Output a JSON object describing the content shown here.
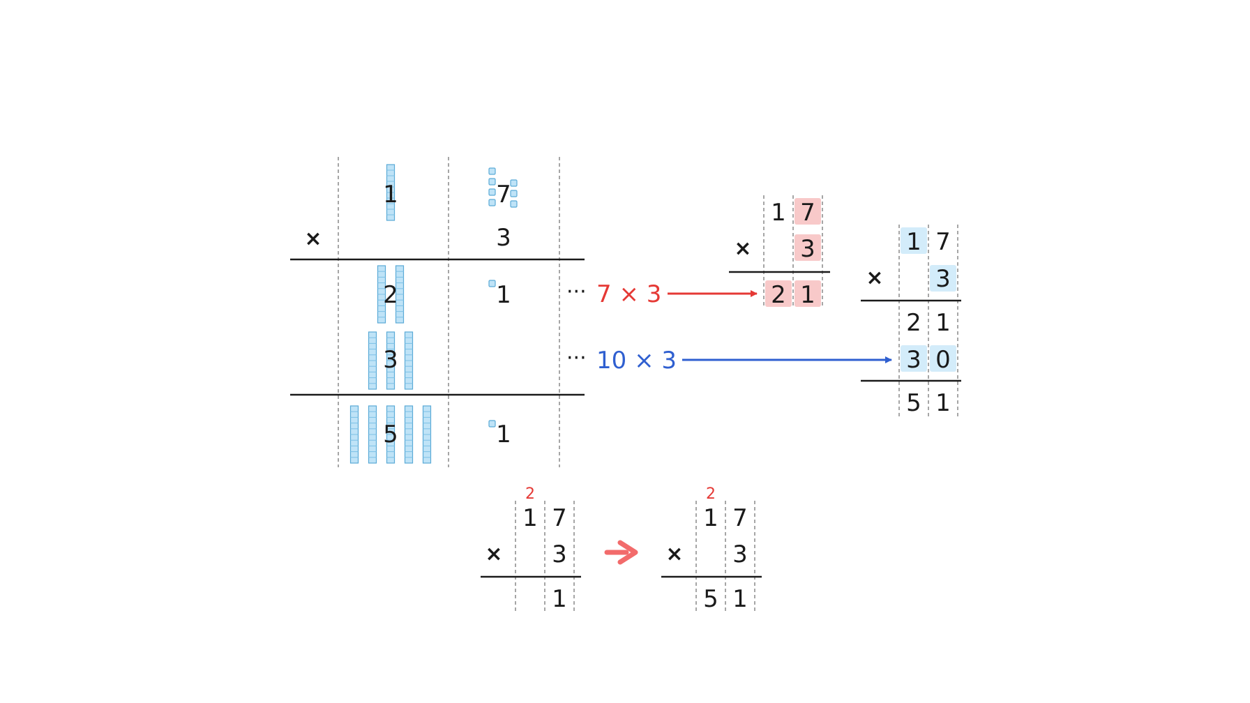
{
  "colors": {
    "red": "#e53935",
    "blue": "#2f5fd0",
    "red_highlight": "#f8c9c9",
    "blue_highlight": "#d3ecfa",
    "block_fill": "#bfe3f7",
    "arrow_icon": "#f26b6b"
  },
  "icons": {
    "times": "times-icon",
    "arrow": "right-arrow-icon",
    "ellipsis": "ellipsis-icon"
  },
  "blocks_table": {
    "times_sign": "×",
    "multiplicand": {
      "tens": "1",
      "ones": "7"
    },
    "multiplier": {
      "ones": "3"
    },
    "partial_ones": {
      "tens": "2",
      "ones": "1",
      "tens_rods": 2,
      "unit_cubes": 1
    },
    "partial_tens": {
      "tens": "3",
      "tens_rods": 3
    },
    "result": {
      "tens": "5",
      "ones": "1",
      "tens_rods": 5,
      "unit_cubes": 1
    },
    "multiplicand_cubes": {
      "tens_rods": 1,
      "unit_cubes": 7
    }
  },
  "step_labels": {
    "ellipsis": "···",
    "ones_step": "7 × 3",
    "tens_step": "10 × 3"
  },
  "ones_calc": {
    "times_sign": "×",
    "top": [
      "1",
      "7"
    ],
    "multiplier": "3",
    "result": [
      "2",
      "1"
    ]
  },
  "full_calc": {
    "times_sign": "×",
    "top": [
      "1",
      "7"
    ],
    "multiplier": "3",
    "partial1": [
      "2",
      "1"
    ],
    "partial2": [
      "3",
      "0"
    ],
    "result": [
      "5",
      "1"
    ]
  },
  "carry_before": {
    "carry": "2",
    "times_sign": "×",
    "top": [
      "1",
      "7"
    ],
    "multiplier": "3",
    "result": [
      "",
      "1"
    ]
  },
  "carry_after": {
    "carry": "2",
    "times_sign": "×",
    "top": [
      "1",
      "7"
    ],
    "multiplier": "3",
    "result": [
      "5",
      "1"
    ]
  }
}
